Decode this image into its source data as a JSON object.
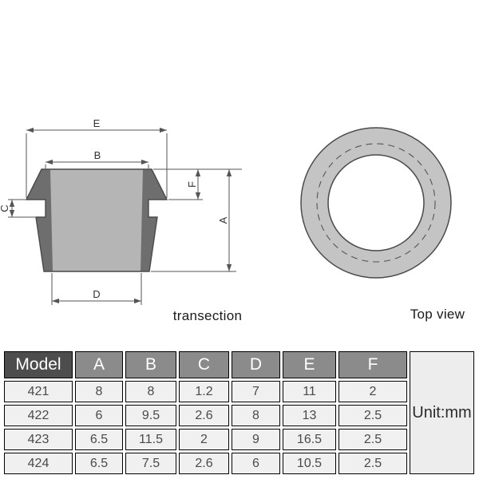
{
  "diagram": {
    "captions": {
      "transection": "transection",
      "top_view": "Top view"
    },
    "dimension_labels": {
      "a": "A",
      "b": "B",
      "c": "C",
      "d": "D",
      "e": "E",
      "f": "F"
    },
    "colors": {
      "wall": "#6e6e6e",
      "bore": "#b5b5b5",
      "outline": "#4a4a4a",
      "ring_fill": "#c4c4c4",
      "dim_line": "#555555"
    }
  },
  "table": {
    "headers": [
      "Model",
      "A",
      "B",
      "C",
      "D",
      "E",
      "F"
    ],
    "unit_label": "Unit:mm",
    "rows": [
      {
        "model": "421",
        "values": [
          "8",
          "8",
          "1.2",
          "7",
          "11",
          "2"
        ]
      },
      {
        "model": "422",
        "values": [
          "6",
          "9.5",
          "2.6",
          "8",
          "13",
          "2.5"
        ]
      },
      {
        "model": "423",
        "values": [
          "6.5",
          "11.5",
          "2",
          "9",
          "16.5",
          "2.5"
        ]
      },
      {
        "model": "424",
        "values": [
          "6.5",
          "7.5",
          "2.6",
          "6",
          "10.5",
          "2.5"
        ]
      }
    ],
    "colors": {
      "header_model_bg": "#4d4d4d",
      "header_bg": "#8b8b8b",
      "header_text": "#ffffff",
      "cell_bg": "#f0f0f0",
      "unit_bg": "#ededed",
      "border": "#000000"
    }
  }
}
